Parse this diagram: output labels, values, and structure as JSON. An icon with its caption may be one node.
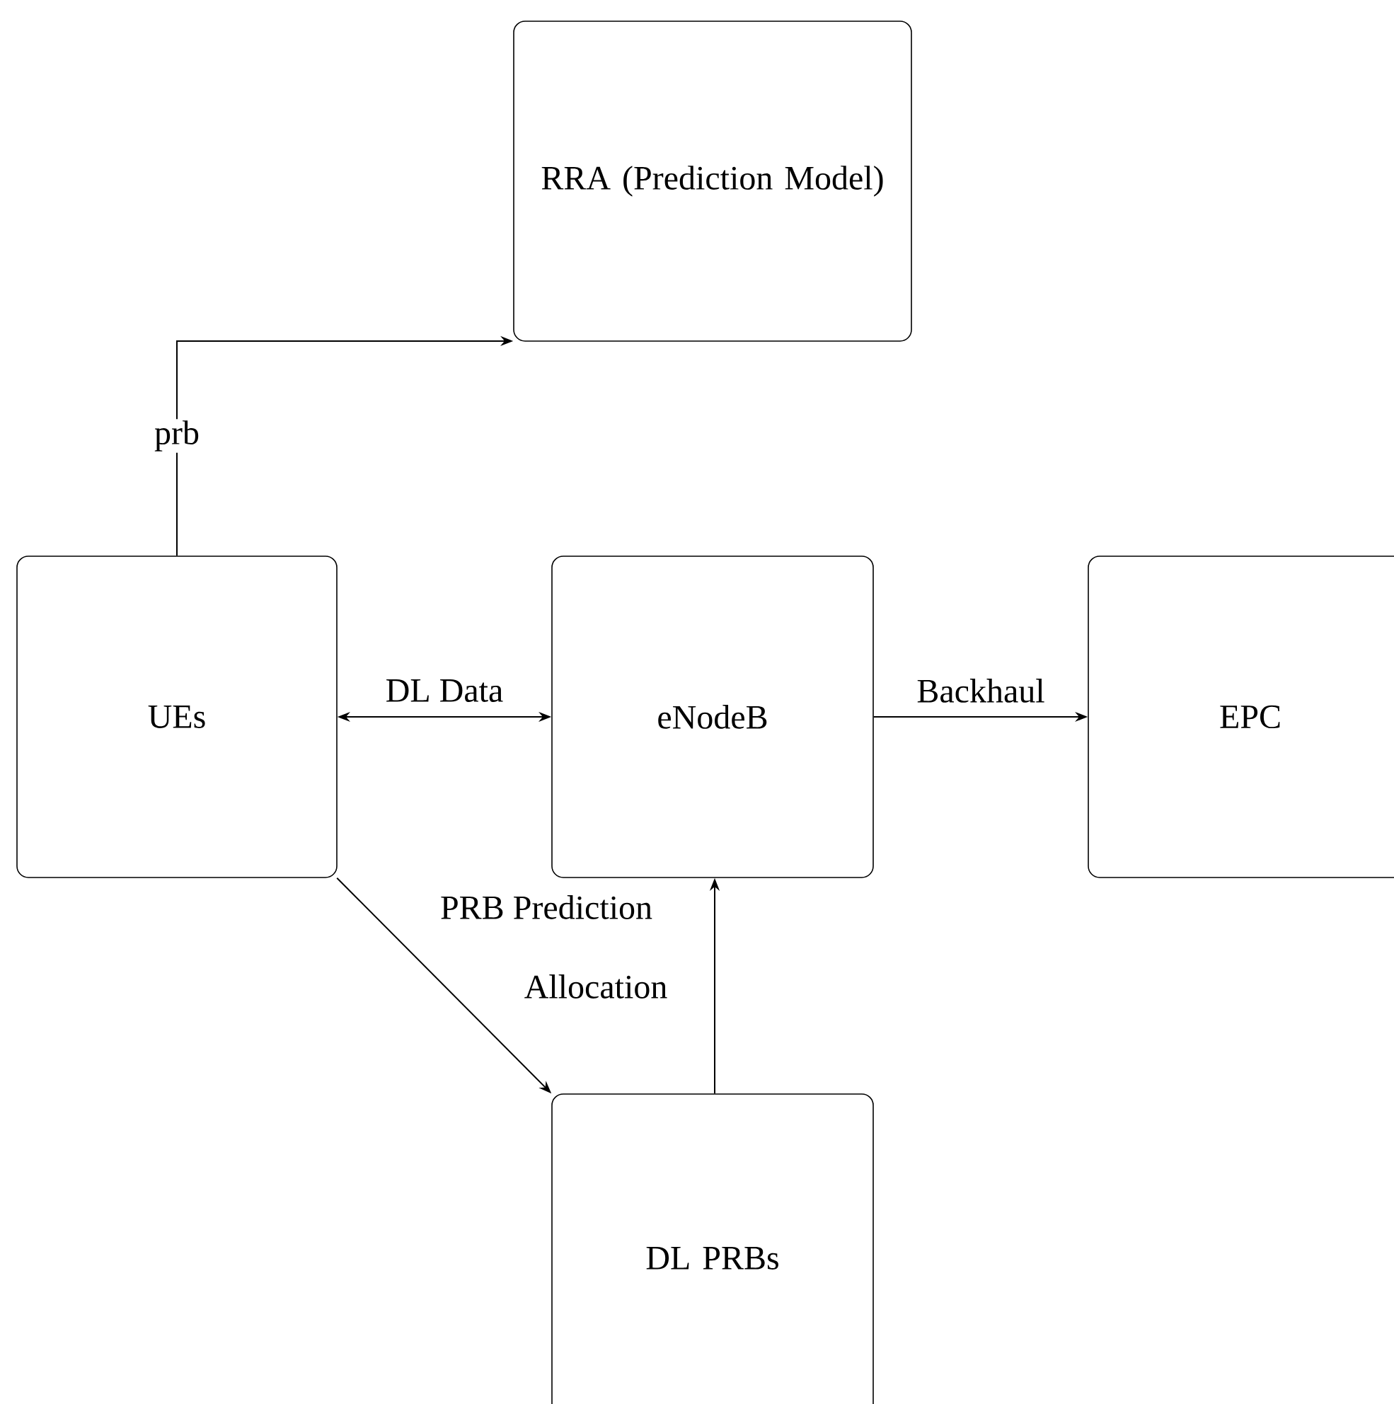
{
  "diagram": {
    "nodes": [
      {
        "text": [
          "RRA (Prediction Model)"
        ]
      },
      {
        "text": [
          "UEs"
        ]
      },
      {
        "text": [
          "eNodeB"
        ]
      },
      {
        "text": [
          "EPC"
        ]
      },
      {
        "text": [
          "DL PRBs"
        ]
      }
    ],
    "edges": [
      {
        "from": 1,
        "to": 0,
        "arrow": "to",
        "label": "prb"
      },
      {
        "from": 1,
        "to": 2,
        "arrow": "both",
        "label": "DL Data"
      },
      {
        "from": 2,
        "to": 3,
        "arrow": "to",
        "label": "Backhaul"
      },
      {
        "from": 1,
        "to": 4,
        "arrow": "to",
        "label": "PRB Prediction"
      },
      {
        "from": 4,
        "to": 2,
        "arrow": "to",
        "label": "Allocation"
      }
    ]
  }
}
